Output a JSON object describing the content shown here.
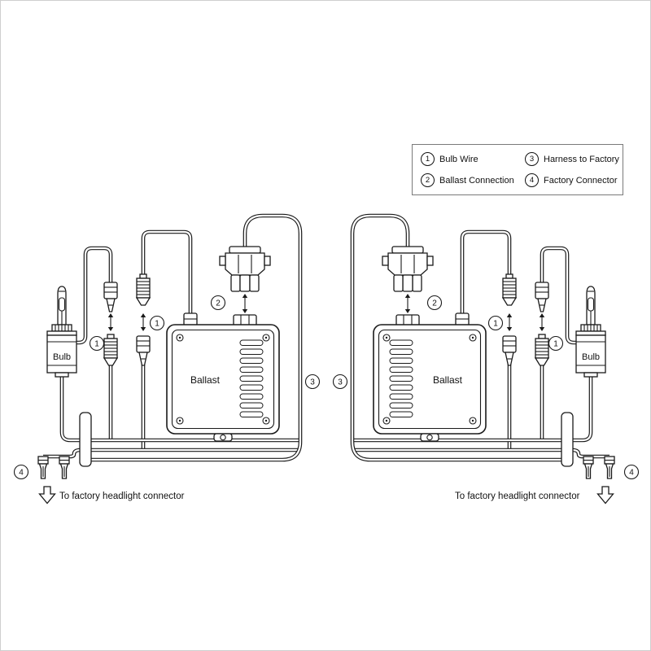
{
  "colors": {
    "line": "#1a1a1a",
    "page_border": "#cfcfcf"
  },
  "legend": {
    "items": [
      {
        "num": "1",
        "label": "Bulb Wire"
      },
      {
        "num": "2",
        "label": "Ballast Connection"
      },
      {
        "num": "3",
        "label": "Harness to Factory"
      },
      {
        "num": "4",
        "label": "Factory Connector"
      }
    ]
  },
  "diagram": {
    "bulb_label": "Bulb",
    "ballast_label": "Ballast",
    "caption": "To factory headlight connector",
    "callouts": {
      "c1": "1",
      "c2": "2",
      "c3": "3",
      "c4": "4"
    }
  }
}
